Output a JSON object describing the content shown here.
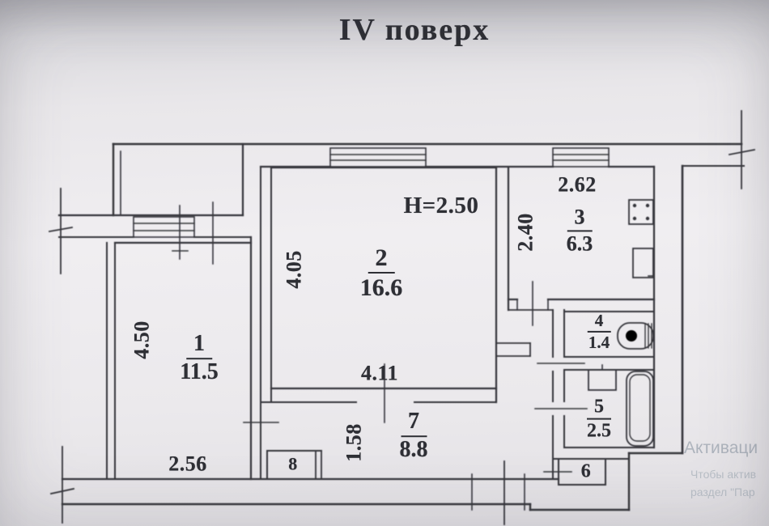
{
  "title": "IV поверх",
  "plan": {
    "ceiling_height": "H=2.50",
    "rooms": [
      {
        "number": "1",
        "area": "11.5",
        "width": "2.56",
        "height": "4.50"
      },
      {
        "number": "2",
        "area": "16.6",
        "width": "4.11",
        "height": "4.05"
      },
      {
        "number": "3",
        "area": "6.3",
        "width": "2.62",
        "height": "2.40"
      },
      {
        "number": "4",
        "area": "1.4"
      },
      {
        "number": "5",
        "area": "2.5"
      },
      {
        "number": "6"
      },
      {
        "number": "7",
        "area": "8.8",
        "height": "1.58"
      },
      {
        "number": "8"
      }
    ],
    "fixtures": {
      "stove": "stove-icon",
      "kitchen_sink": "kitchen-sink-icon",
      "toilet": "toilet-icon",
      "washbasin": "washbasin-icon",
      "bathtub": "bathtub-icon",
      "window": "window-symbol",
      "balcony": "balcony-outline",
      "entrance_door": "entrance-door-mark"
    }
  },
  "watermark": {
    "line1": "Активаци",
    "line2": "Чтобы актив",
    "line3": "раздел \"Пар"
  },
  "colors": {
    "ink": "#35363b",
    "paper": "#ecebee",
    "watermark_strong": "#aeb4bd",
    "watermark_light": "#b9bfc7"
  }
}
